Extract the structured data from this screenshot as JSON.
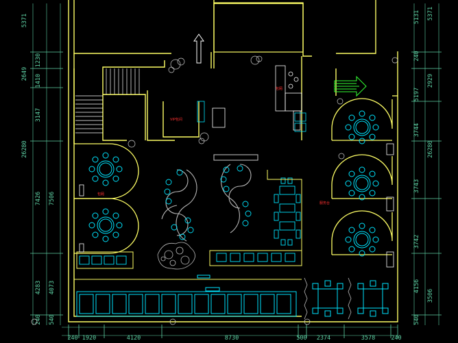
{
  "dimensions": {
    "left": [
      "5371",
      "2649",
      "1410",
      "1230",
      "3147",
      "26280",
      "7426",
      "7506",
      "4283",
      "4073",
      "240",
      "540"
    ],
    "right": [
      "5371",
      "5131",
      "240",
      "2929",
      "5197",
      "3744",
      "3743",
      "3742",
      "4156",
      "3506",
      "540",
      "26280"
    ],
    "bottom": [
      "240",
      "1920",
      "4120",
      "8730",
      "500",
      "2374",
      "3578",
      "240"
    ]
  },
  "room_labels": [
    "VIP包间",
    "包厢",
    "包厢",
    "服务台"
  ],
  "colors": {
    "wall": "#ffff66",
    "furniture": "#00e5ff",
    "grey": "#b8b8b8",
    "green": "#33ff33",
    "dimension": "#5fd3a6",
    "label": "#ff3030"
  },
  "icons": [
    "up-arrow-icon",
    "right-arrow-icon",
    "plant-icon"
  ]
}
